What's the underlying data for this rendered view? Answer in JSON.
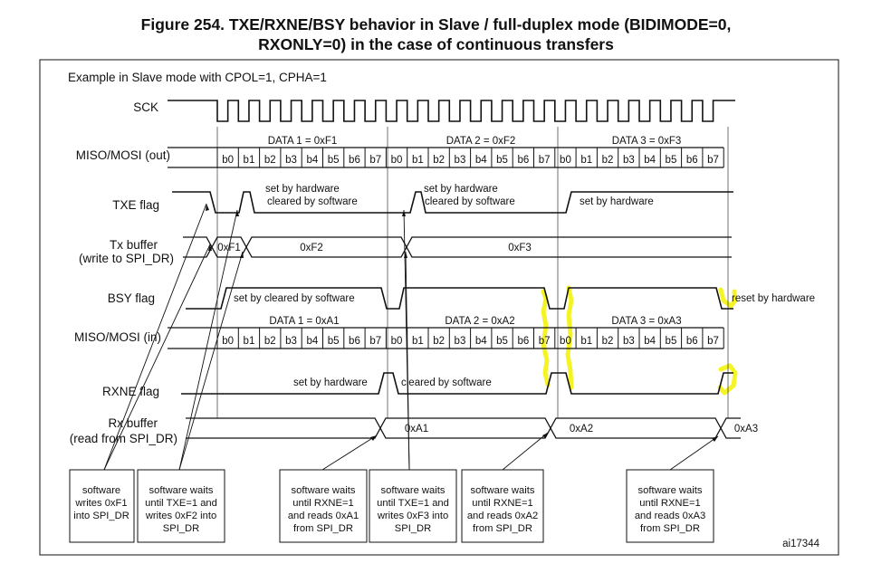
{
  "caption": {
    "line1": "Figure 254. TXE/RXNE/BSY behavior in Slave / full-duplex mode (BIDIMODE=0,",
    "line2": "RXONLY=0) in the case of continuous transfers"
  },
  "example_text": "Example in Slave mode with CPOL=1, CPHA=1",
  "signals": {
    "sck": "SCK",
    "miso_mosi_out": "MISO/MOSI (out)",
    "txe": "TXE flag",
    "tx_buffer_1": "Tx buffer",
    "tx_buffer_2": "(write to SPI_DR)",
    "bsy": "BSY flag",
    "miso_mosi_in": "MISO/MOSI (in)",
    "rxne": "RXNE flag",
    "rx_buffer_1": "Rx buffer",
    "rx_buffer_2": "(read from SPI_DR)"
  },
  "bits": [
    "b0",
    "b1",
    "b2",
    "b3",
    "b4",
    "b5",
    "b6",
    "b7"
  ],
  "out_data": [
    "DATA 1 = 0xF1",
    "DATA 2 = 0xF2",
    "DATA 3 = 0xF3"
  ],
  "in_data": [
    "DATA 1 = 0xA1",
    "DATA 2 = 0xA2",
    "DATA 3 = 0xA3"
  ],
  "txe_notes": {
    "n1a": "set by hardware",
    "n1b": "cleared by software",
    "n2a": "set by hardware",
    "n2b": "cleared by software",
    "n3": "set by hardware"
  },
  "tx_values": [
    "0xF1",
    "0xF2",
    "0xF3"
  ],
  "bsy_notes": {
    "n1": "set by cleared by software",
    "n2": "reset by hardware"
  },
  "rxne_notes": {
    "n1": "set by hardware",
    "n2": "cleared by software"
  },
  "rx_values": [
    "0xA1",
    "0xA2",
    "0xA3"
  ],
  "boxes": [
    [
      "software",
      "writes 0xF1",
      "into SPI_DR"
    ],
    [
      "software waits",
      "until TXE=1 and",
      "writes 0xF2 into",
      "SPI_DR"
    ],
    [
      "software waits",
      "until RXNE=1",
      "and reads 0xA1",
      "from SPI_DR"
    ],
    [
      "software waits",
      "until TXE=1 and",
      "writes 0xF3 into",
      "SPI_DR"
    ],
    [
      "software waits",
      "until RXNE=1",
      "and reads 0xA2",
      "from SPI_DR"
    ],
    [
      "software waits",
      "until RXNE=1",
      "and reads 0xA3",
      "from SPI_DR"
    ]
  ],
  "figure_id": "ai17344",
  "colors": {
    "line": "#111111",
    "highlight": "#f2f200"
  }
}
